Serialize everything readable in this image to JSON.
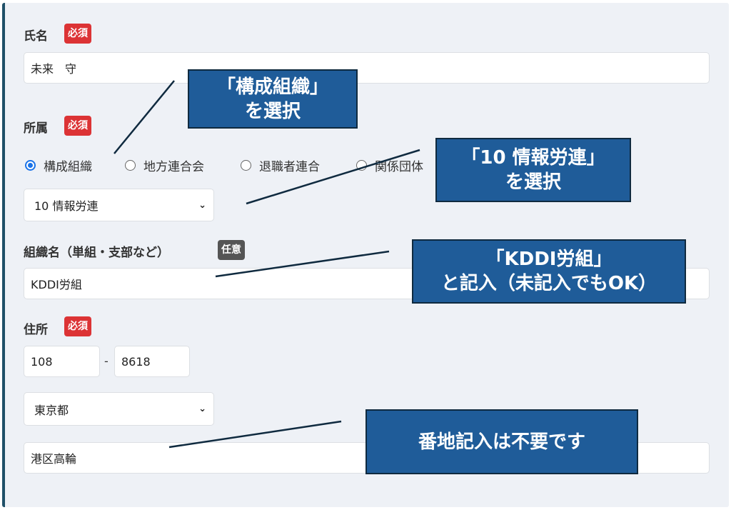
{
  "name": {
    "label": "氏名",
    "badge": "必須",
    "value": "未来　守"
  },
  "affiliation": {
    "label": "所属",
    "badge": "必須",
    "options": [
      "構成組織",
      "地方連合会",
      "退職者連合",
      "関係団体"
    ],
    "selected": "構成組織",
    "select_value": "10 情報労連"
  },
  "org": {
    "label": "組織名（単組・支部など）",
    "badge": "任意",
    "value": "KDDI労組"
  },
  "address": {
    "label": "住所",
    "badge": "必須",
    "zip1": "108",
    "dash": "-",
    "zip2": "8618",
    "prefecture": "東京都",
    "city": "港区高輪"
  },
  "callouts": {
    "c1": [
      "「構成組織」",
      "を選択"
    ],
    "c2": [
      "「10 情報労連」",
      "を選択"
    ],
    "c3": [
      "「KDDI労組」",
      "と記入（未記入でもOK）"
    ],
    "c4": [
      "番地記入は不要です"
    ]
  },
  "colors": {
    "callout": "#1f5c99",
    "required": "#dc3335",
    "optional": "#555555",
    "accent": "#1a73e8"
  }
}
